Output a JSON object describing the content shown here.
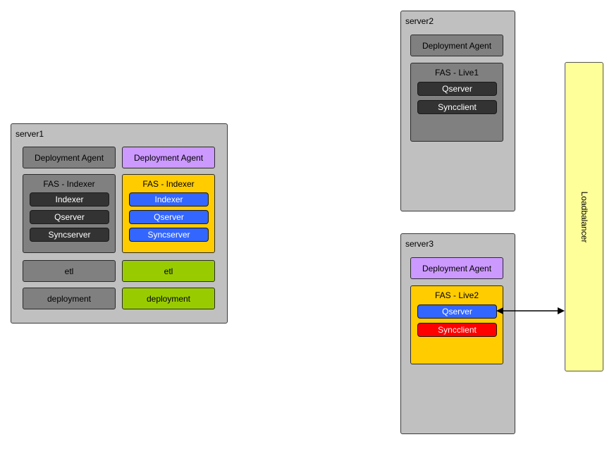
{
  "server1": {
    "label": "server1",
    "left": {
      "deployment_agent": "Deployment Agent",
      "fas": {
        "label": "FAS - Indexer",
        "items": [
          "Indexer",
          "Qserver",
          "Syncserver"
        ]
      },
      "etl": "etl",
      "deployment": "deployment"
    },
    "right": {
      "deployment_agent": "Deployment Agent",
      "fas": {
        "label": "FAS - Indexer",
        "items": [
          "Indexer",
          "Qserver",
          "Syncserver"
        ]
      },
      "etl": "etl",
      "deployment": "deployment"
    }
  },
  "server2": {
    "label": "server2",
    "deployment_agent": "Deployment Agent",
    "fas": {
      "label": "FAS - Live1",
      "items": [
        "Qserver",
        "Syncclient"
      ]
    }
  },
  "server3": {
    "label": "server3",
    "deployment_agent": "Deployment Agent",
    "fas": {
      "label": "FAS - Live2",
      "items": [
        "Qserver",
        "Syncclient"
      ]
    }
  },
  "loadbalancer": {
    "label": "Loadbalancer"
  },
  "colors": {
    "server_bg": "#c0c0c0",
    "gray": "#808080",
    "dark": "#333333",
    "purple": "#cc99ff",
    "yellow": "#ffcc00",
    "blue": "#3366ff",
    "red": "#ff0000",
    "green": "#99cc00",
    "loadbalancer": "#ffff99"
  }
}
